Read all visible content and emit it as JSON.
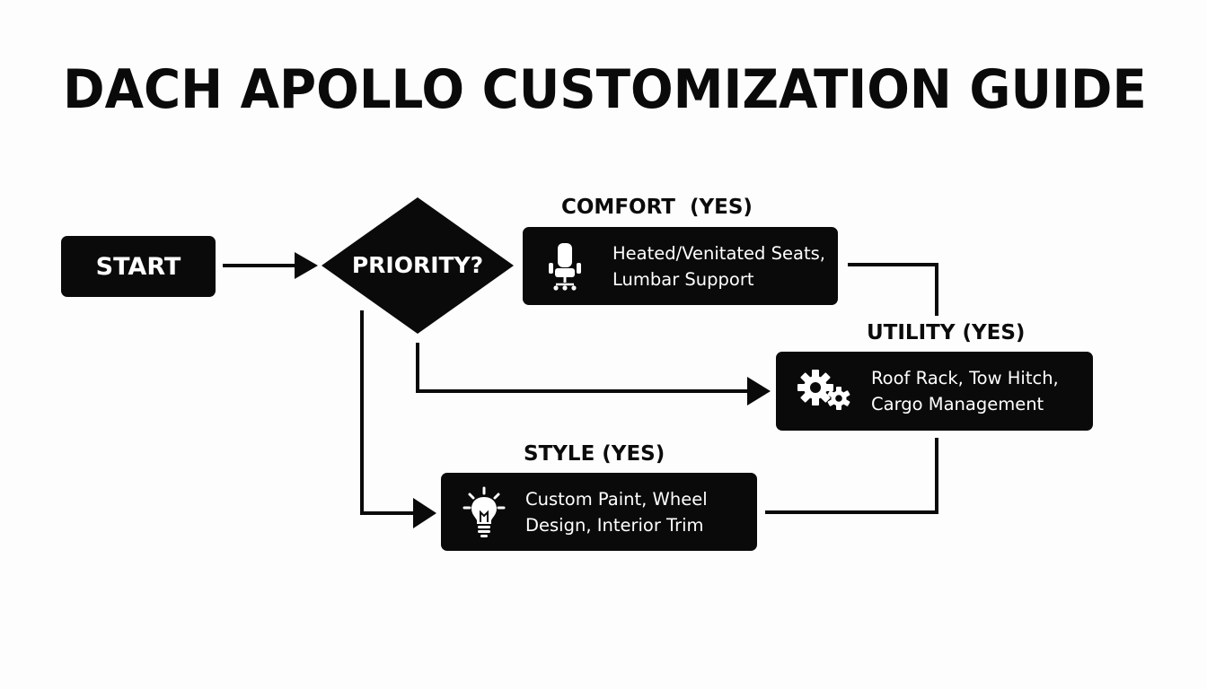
{
  "title": "DACH APOLLO CUSTOMIZATION GUIDE",
  "colors": {
    "ink": "#0a0a0a",
    "background": "#fdfdfd",
    "box_text": "#ffffff"
  },
  "nodes": {
    "start": {
      "label": "START"
    },
    "decision": {
      "label": "PRIORITY?"
    },
    "comfort": {
      "branch_label": "COMFORT  (YES)",
      "icon": "car-seat-icon",
      "lines": [
        "Heated/Venitated Seats,",
        "Lumbar Support"
      ]
    },
    "utility": {
      "branch_label": "UTILITY (YES)",
      "icon": "gears-icon",
      "lines": [
        "Roof Rack, Tow Hitch,",
        "Cargo Management"
      ]
    },
    "style": {
      "branch_label": "STYLE (YES)",
      "icon": "lightbulb-icon",
      "lines": [
        "Custom Paint, Wheel",
        "Design, Interior Trim"
      ]
    }
  }
}
